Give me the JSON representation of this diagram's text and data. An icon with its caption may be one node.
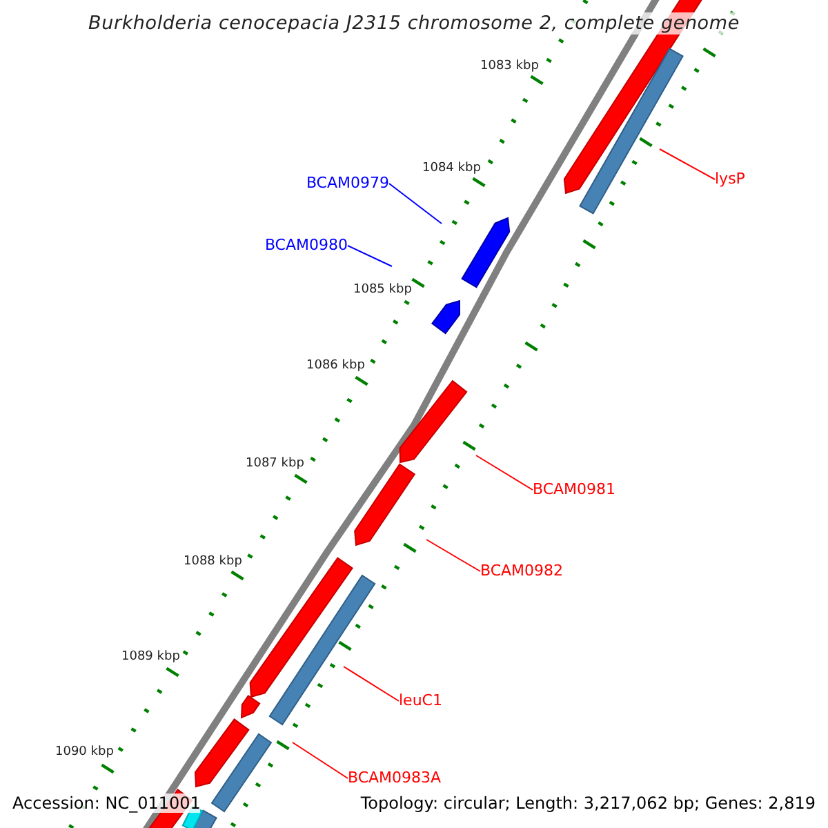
{
  "diagram": {
    "title": "Burkholderia cenocepacia J2315 chromosome 2, complete genome",
    "nodes": [
      {
        "text": [
          "BCAM0979"
        ]
      },
      {
        "text": [
          "lysP"
        ]
      },
      {
        "text": [
          "BCAM0980"
        ]
      },
      {
        "text": [
          "BCAM0981"
        ]
      },
      {
        "text": [
          "BCAM0982"
        ]
      },
      {
        "text": [
          "leuC1"
        ]
      },
      {
        "text": [
          "BCAM0983A"
        ]
      }
    ],
    "edges": [
      {
        "from": 0,
        "to": null,
        "arrow": "none",
        "color": "#0000ff"
      },
      {
        "from": 1,
        "to": null,
        "arrow": "none"
      },
      {
        "from": 2,
        "to": null,
        "arrow": "none",
        "color": "#0000ff"
      },
      {
        "from": 3,
        "to": null,
        "arrow": "none"
      },
      {
        "from": 4,
        "to": null,
        "arrow": "none"
      },
      {
        "from": 5,
        "to": null,
        "arrow": "none"
      },
      {
        "from": 6,
        "to": null,
        "arrow": "none"
      }
    ],
    "labels": [
      "1083 kbp",
      "1084 kbp",
      "1085 kbp",
      "1086 kbp",
      "1087 kbp",
      "1088 kbp",
      "1089 kbp",
      "1090 kbp",
      "Accession: NC_011001",
      "Topology: circular; Length: 3,217,062 bp; Genes: 2,819"
    ]
  }
}
